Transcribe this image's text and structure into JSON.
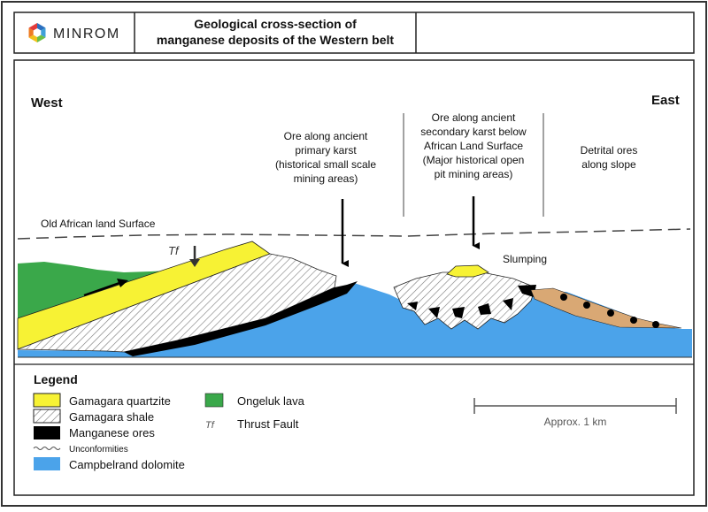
{
  "header": {
    "logo_text": "MINROM",
    "title_line1": "Geological cross-section of",
    "title_line2": "manganese deposits of the Western belt"
  },
  "section": {
    "west_label": "West",
    "east_label": "East",
    "surface_label": "Old African land Surface",
    "thrust_symbol": "Tf",
    "slumping_label": "Slumping",
    "annotations": {
      "primary_karst": [
        "Ore along ancient",
        "primary karst",
        "(historical small scale",
        "mining areas)"
      ],
      "secondary_karst": [
        "Ore along ancient",
        "secondary karst below",
        "African Land Surface",
        "(Major historical open",
        "pit mining areas)"
      ],
      "detrital": [
        "Detrital ores",
        "along slope"
      ]
    }
  },
  "legend": {
    "title": "Legend",
    "items": {
      "quartzite": "Gamagara quartzite",
      "shale": "Gamagara shale",
      "manganese": "Manganese ores",
      "unconformities": "Unconformities",
      "dolomite": "Campbelrand dolomite",
      "lava": "Ongeluk lava",
      "thrust_symbol": "Tf",
      "thrust_fault": "Thrust Fault"
    },
    "colors": {
      "quartzite": "#f7f234",
      "lava": "#3aa84a",
      "dolomite": "#4ba3ea",
      "manganese": "#000000",
      "detrital_matrix": "#d9a874"
    }
  },
  "scale": {
    "label": "Approx. 1 km"
  }
}
